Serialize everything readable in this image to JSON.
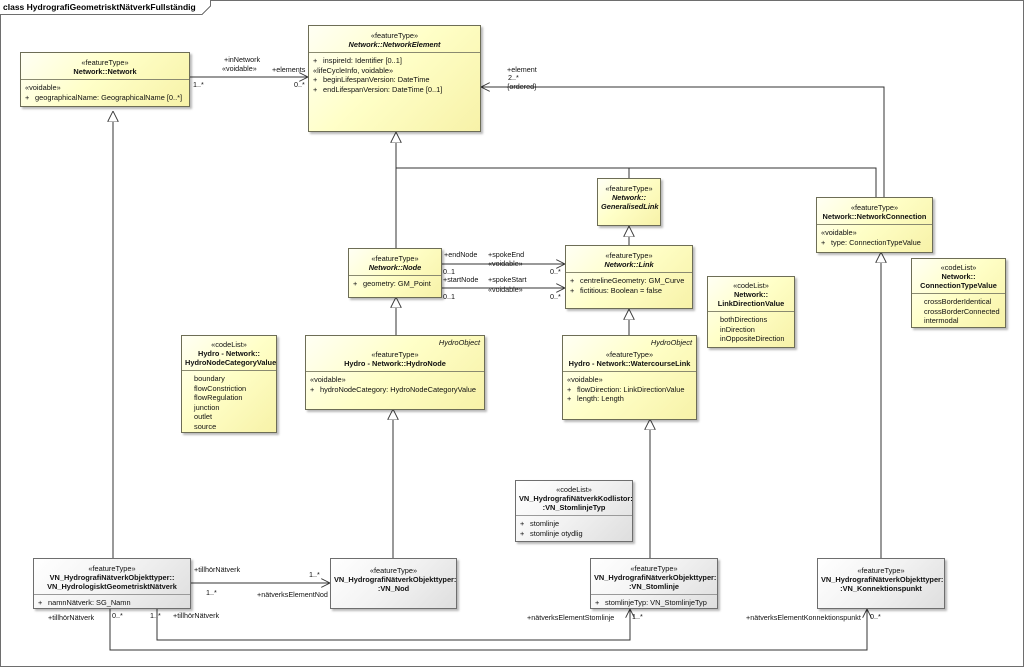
{
  "frame_title": "class HydrografiGeometrisktNätverkFullständig",
  "classes": {
    "network": {
      "stereotype": "«featureType»",
      "name": "Network::Network",
      "voidable": "«voidable»",
      "attrs": [
        {
          "vis": "+",
          "text": "geographicalName: GeographicalName [0..*]"
        }
      ]
    },
    "network_element": {
      "stereotype": "«featureType»",
      "name": "Network::NetworkElement",
      "attrs1": [
        {
          "vis": "+",
          "text": "inspireId: Identifier [0..1]"
        }
      ],
      "lifecycle": "«lifeCycleInfo, voidable»",
      "attrs2": [
        {
          "vis": "+",
          "text": "beginLifespanVersion: DateTime"
        },
        {
          "vis": "+",
          "text": "endLifespanVersion: DateTime [0..1]"
        }
      ]
    },
    "generalised_link": {
      "stereotype": "«featureType»",
      "name1": "Network::",
      "name2": "GeneralisedLink"
    },
    "network_connection": {
      "stereotype": "«featureType»",
      "name": "Network::NetworkConnection",
      "voidable": "«voidable»",
      "attrs": [
        {
          "vis": "+",
          "text": "type: ConnectionTypeValue"
        }
      ]
    },
    "node": {
      "stereotype": "«featureType»",
      "name": "Network::Node",
      "attrs": [
        {
          "vis": "+",
          "text": "geometry: GM_Point"
        }
      ]
    },
    "link": {
      "stereotype": "«featureType»",
      "name": "Network::Link",
      "attrs": [
        {
          "vis": "+",
          "text": "centrelineGeometry: GM_Curve"
        },
        {
          "vis": "+",
          "text": "fictitious: Boolean = false"
        }
      ]
    },
    "link_direction": {
      "stereotype": "«codeList»",
      "name1": "Network::",
      "name2": "LinkDirectionValue",
      "literals": [
        "bothDirections",
        "inDirection",
        "inOppositeDirection"
      ]
    },
    "connection_type": {
      "stereotype": "«codeList»",
      "name1": "Network::",
      "name2": "ConnectionTypeValue",
      "literals": [
        "crossBorderIdentical",
        "crossBorderConnected",
        "intermodal"
      ]
    },
    "hydro_node_category": {
      "stereotype": "«codeList»",
      "name1": "Hydro - Network::",
      "name2": "HydroNodeCategoryValue",
      "literals": [
        "boundary",
        "flowConstriction",
        "flowRegulation",
        "junction",
        "outlet",
        "source"
      ]
    },
    "hydro_node": {
      "tag": "HydroObject",
      "stereotype": "«featureType»",
      "name": "Hydro - Network::HydroNode",
      "voidable": "«voidable»",
      "attrs": [
        {
          "vis": "+",
          "text": "hydroNodeCategory: HydroNodeCategoryValue"
        }
      ]
    },
    "watercourse_link": {
      "tag": "HydroObject",
      "stereotype": "«featureType»",
      "name": "Hydro - Network::WatercourseLink",
      "voidable": "«voidable»",
      "attrs": [
        {
          "vis": "+",
          "text": "flowDirection: LinkDirectionValue"
        },
        {
          "vis": "+",
          "text": "length: Length"
        }
      ]
    },
    "kodlistor": {
      "stereotype": "«codeList»",
      "name1": "VN_HydrografiNätverkKodlistor:",
      "name2": ":VN_StomlinjeTyp",
      "attrs": [
        {
          "vis": "+",
          "text": "stomlinje"
        },
        {
          "vis": "+",
          "text": "stomlinje otydlig"
        }
      ]
    },
    "geom_natverk": {
      "stereotype": "«featureType»",
      "name1": "VN_HydrografiNätverkObjekttyper::",
      "name2": "VN_HydrologisktGeometrisktNätverk",
      "attrs": [
        {
          "vis": "+",
          "text": "namnNätverk: SG_Namn"
        }
      ]
    },
    "vn_nod": {
      "stereotype": "«featureType»",
      "name1": "VN_HydrografiNätverkObjekttyper:",
      "name2": ":VN_Nod"
    },
    "vn_stomlinje": {
      "stereotype": "«featureType»",
      "name1": "VN_HydrografiNätverkObjekttyper:",
      "name2": ":VN_Stomlinje",
      "attrs": [
        {
          "vis": "+",
          "text": "stomlinjeTyp: VN_StomlinjeTyp"
        }
      ]
    },
    "vn_konnektion": {
      "stereotype": "«featureType»",
      "name1": "VN_HydrografiNätverkObjekttyper:",
      "name2": ":VN_Konnektionspunkt"
    }
  },
  "labels": {
    "in_network": "+inNetwork",
    "in_network_voidable": "«voidable»",
    "mult_1star": "1..*",
    "elements": "+elements",
    "mult_0star": "0..*",
    "element": "+element",
    "mult_2star": "2..*",
    "ordered": "{ordered}",
    "end_node": "+endNode",
    "spoke_end": "+spokeEnd",
    "voidable_a": "«voidable»",
    "mult_01_a": "0..1",
    "mult_0star_a": "0..*",
    "start_node": "+startNode",
    "spoke_start": "+spokeStart",
    "voidable_b": "«voidable»",
    "mult_01_b": "0..1",
    "mult_0star_b": "0..*",
    "tillhor_a": "+tillhörNätverk",
    "mult_1star_a": "1..*",
    "mult_1star_b": "1..*",
    "natverks_elem_nod": "+nätverksElementNod",
    "tillhor_b": "+tillhörNätverk",
    "mult_0star_c": "0..*",
    "mult_1star_c": "1..*",
    "tillhor_c": "+tillhörNätverk",
    "natverks_elem_stom": "+nätverksElementStomlinje",
    "mult_1star_d": "1..*",
    "natverks_elem_konn": "+nätverksElementKonnektionspunkt",
    "mult_0star_d": "0..*"
  }
}
